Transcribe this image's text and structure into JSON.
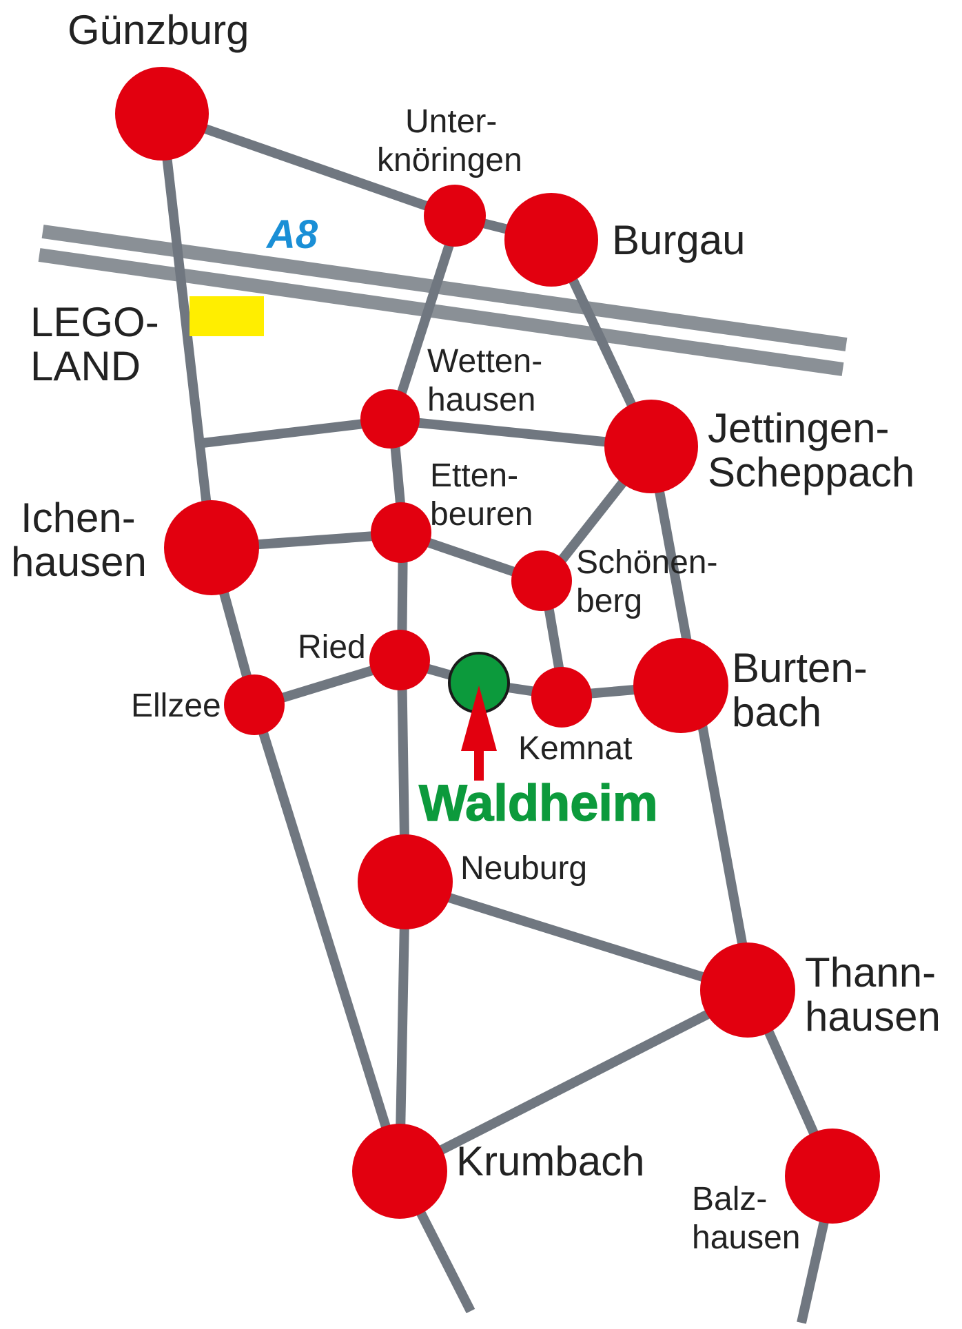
{
  "motorway": {
    "label": "A8"
  },
  "legoland": {
    "line1": "LEGO-",
    "line2": "LAND",
    "color": "#ffee00"
  },
  "home": {
    "label": "Waldheim",
    "color": "#0c9a3c"
  },
  "colors": {
    "town": "#e2000f",
    "road": "#707780",
    "motorway": "#8a9096",
    "label_a8": "#1a8fd6"
  },
  "towns": [
    {
      "id": "guenzburg",
      "lines": [
        "Günzburg"
      ]
    },
    {
      "id": "unterknoeringen",
      "lines": [
        "Unter-",
        "knöringen"
      ]
    },
    {
      "id": "burgau",
      "lines": [
        "Burgau"
      ]
    },
    {
      "id": "wettenhausen",
      "lines": [
        "Wetten-",
        "hausen"
      ]
    },
    {
      "id": "jettingen",
      "lines": [
        "Jettingen-",
        "Scheppach"
      ]
    },
    {
      "id": "ettenbeuren",
      "lines": [
        "Etten-",
        "beuren"
      ]
    },
    {
      "id": "ichenhausen",
      "lines": [
        "Ichen-",
        "hausen"
      ]
    },
    {
      "id": "schoenenberg",
      "lines": [
        "Schönen-",
        "berg"
      ]
    },
    {
      "id": "ried",
      "lines": [
        "Ried"
      ]
    },
    {
      "id": "ellzee",
      "lines": [
        "Ellzee"
      ]
    },
    {
      "id": "kemnat",
      "lines": [
        "Kemnat"
      ]
    },
    {
      "id": "burtenbach",
      "lines": [
        "Burten-",
        "bach"
      ]
    },
    {
      "id": "neuburg",
      "lines": [
        "Neuburg"
      ]
    },
    {
      "id": "thannhausen",
      "lines": [
        "Thann-",
        "hausen"
      ]
    },
    {
      "id": "krumbach",
      "lines": [
        "Krumbach"
      ]
    },
    {
      "id": "balzhausen",
      "lines": [
        "Balz-",
        "hausen"
      ]
    }
  ]
}
